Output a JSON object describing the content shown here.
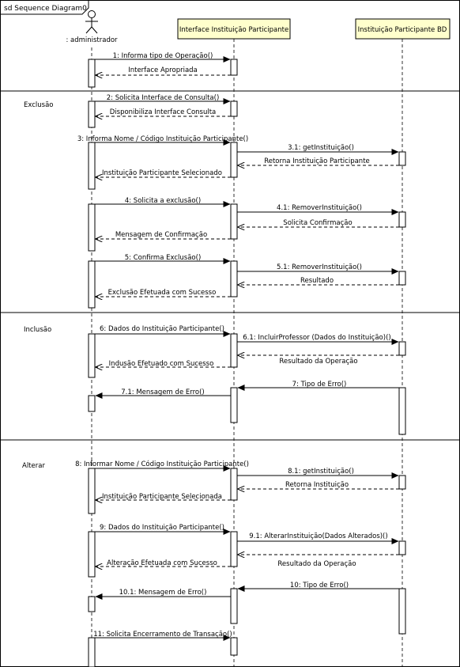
{
  "frame": {
    "title": "sd Sequence Diagram0"
  },
  "participants": [
    {
      "id": "admin",
      "label": ": administrador",
      "kind": "actor"
    },
    {
      "id": "iface",
      "label": "Interface Instituição Participante",
      "kind": "object"
    },
    {
      "id": "bd",
      "label": "Instituição Participante BD",
      "kind": "object"
    }
  ],
  "fragments": [
    {
      "label": "Exclusão"
    },
    {
      "label": "Inclusão"
    },
    {
      "label": "Alterar"
    }
  ],
  "messages": [
    {
      "text": "1: Informa tipo de Operação()"
    },
    {
      "text": "Interface Apropriada"
    },
    {
      "text": "2: Solicita Interface de Consulta()"
    },
    {
      "text": "Disponibiliza Interface Consulta"
    },
    {
      "text": "3: Informa Nome / Código Instituição Participante()"
    },
    {
      "text": "3.1: getInstituição()"
    },
    {
      "text": "Retorna Instituição Participante"
    },
    {
      "text": "Instituição Participante Selecionado"
    },
    {
      "text": "4: Solicita a exclusão()"
    },
    {
      "text": "4.1: RemoverInstituição()"
    },
    {
      "text": "Solicita Confirmação"
    },
    {
      "text": "Mensagem de Confirmação"
    },
    {
      "text": "5: Confirma Exclusão()"
    },
    {
      "text": "5.1: RemoverInstituição()"
    },
    {
      "text": "Resultado"
    },
    {
      "text": "Exclusão Efetuada com Sucesso"
    },
    {
      "text": "6: Dados do Instituição Participante()"
    },
    {
      "text": "6.1: IncluirProfessor (Dados do Instituição)()"
    },
    {
      "text": "Indusão Efetuado com Sucesso"
    },
    {
      "text": "Resultado da Operação"
    },
    {
      "text": "7: Tipo de Erro()"
    },
    {
      "text": "7.1: Mensagem de Erro()"
    },
    {
      "text": "8: Informar Nome / Código Instituição Participante()"
    },
    {
      "text": "8.1: getInstituição()"
    },
    {
      "text": "Retorna Instituição"
    },
    {
      "text": "Instituição Participante Selecionada"
    },
    {
      "text": "9: Dados do Instituição Participante()"
    },
    {
      "text": "9.1: AlterarInstituição(Dados Alterados)()"
    },
    {
      "text": "Resultado da Operação"
    },
    {
      "text": "Alteração Efetuada com Sucesso"
    },
    {
      "text": "10: Tipo de Erro()"
    },
    {
      "text": "10.1: Mensagem de Erro()"
    },
    {
      "text": "11: Solicita Encerramento de Transação()"
    }
  ],
  "colors": {
    "object_fill": "#ffffcc",
    "line": "#000000",
    "lifeline": "#000000"
  }
}
